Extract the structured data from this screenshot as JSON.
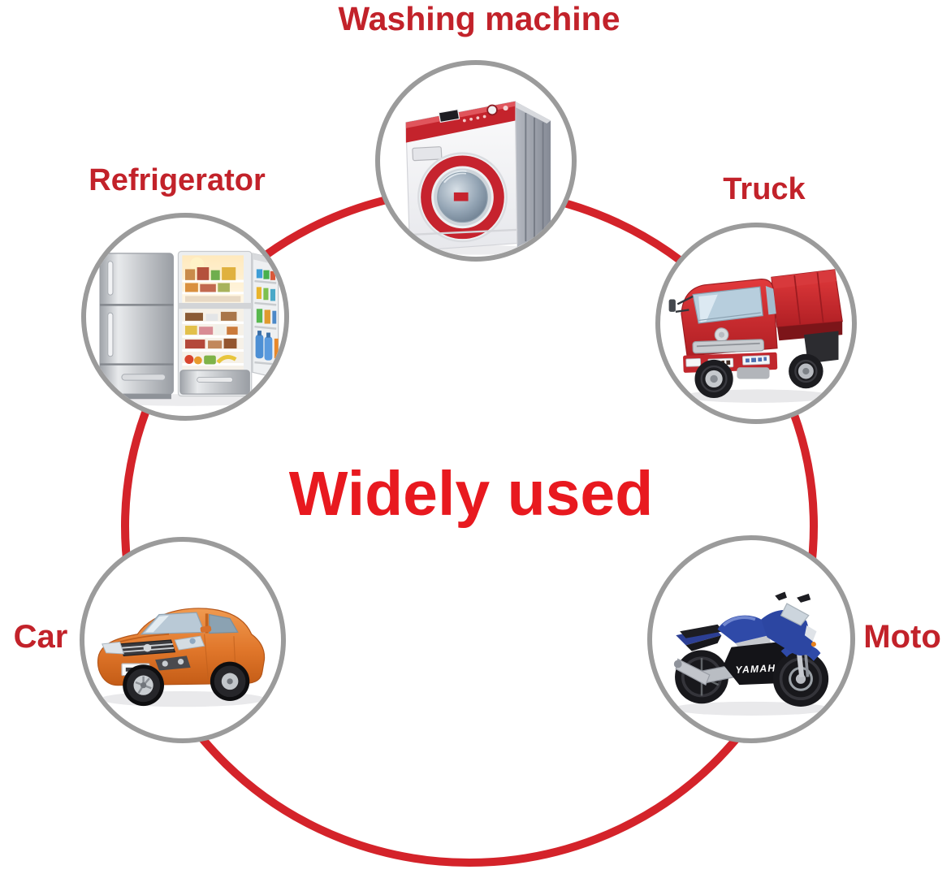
{
  "title": "Widely used",
  "items": [
    {
      "id": "washing-machine",
      "label": "Washing machine"
    },
    {
      "id": "refrigerator",
      "label": "Refrigerator"
    },
    {
      "id": "truck",
      "label": "Truck"
    },
    {
      "id": "car",
      "label": "Car"
    },
    {
      "id": "moto",
      "label": "Moto"
    }
  ],
  "moto_brand_text": "YAMAHA",
  "colors": {
    "label_red": "#c2222a",
    "title_red": "#e8191f",
    "ring_gray": "#9b9b9b",
    "circle_red": "#d4232a"
  }
}
